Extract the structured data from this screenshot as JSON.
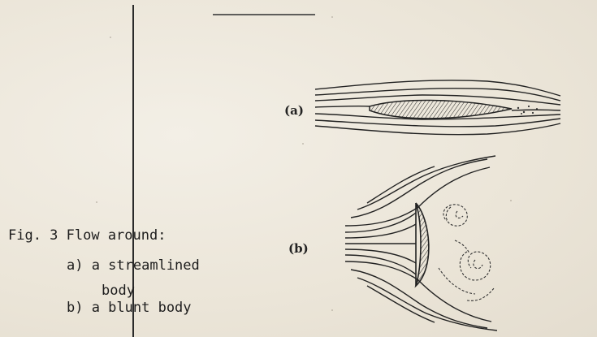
{
  "figure": {
    "label_a": "(a)",
    "label_b": "(b)"
  },
  "caption": {
    "line1": "Fig. 3 Flow around:",
    "line2": "a) a streamlined",
    "line3": "body",
    "line4": "b) a blunt body"
  }
}
